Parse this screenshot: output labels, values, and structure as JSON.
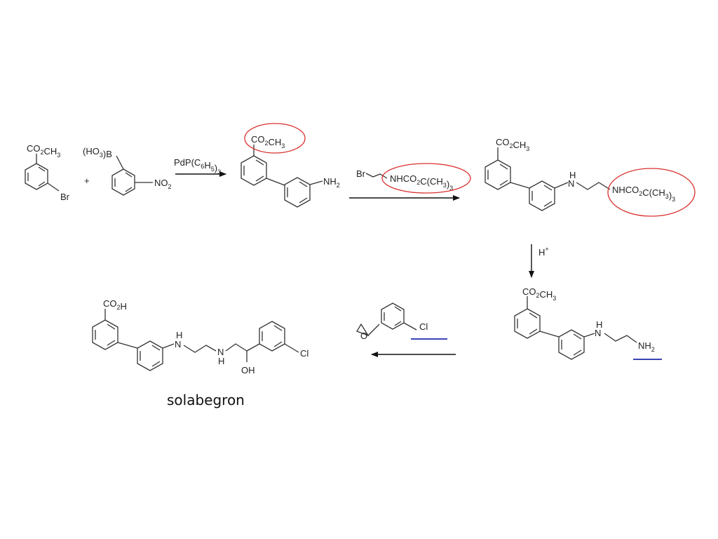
{
  "colors": {
    "highlight_circle": "#d9302e",
    "underline": "#3b44b4",
    "bond": "#333333",
    "arrow": "#111111"
  },
  "labels": {
    "sm1_ester": "CO2CH3",
    "sm1_br": "Br",
    "plus": "+",
    "boronic": "(HO3)B",
    "nitro": "NO2",
    "reagent1": "PdP(C6H5)3",
    "int1_ester": "CO2CH3",
    "int1_amine": "NH2",
    "reagent2_br": "Br",
    "reagent2_boc": "NHCO2C(CH3)3",
    "int2_ester": "CO2CH3",
    "int2_nh": "H",
    "int2_n": "N",
    "int2_boc": "NHCO2C(CH3)3",
    "reagent3": "H+",
    "int3_ester": "CO2CH3",
    "int3_nh": "H",
    "int3_n": "N",
    "int3_amine": "NH2",
    "epoxide_o": "O",
    "epoxide_cl": "Cl",
    "product_acid": "CO2H",
    "product_nh1_h": "H",
    "product_nh1_n": "N",
    "product_nh2_n": "N",
    "product_nh2_h": "H",
    "product_oh": "OH",
    "product_cl": "Cl",
    "product_name": "solabegron"
  }
}
